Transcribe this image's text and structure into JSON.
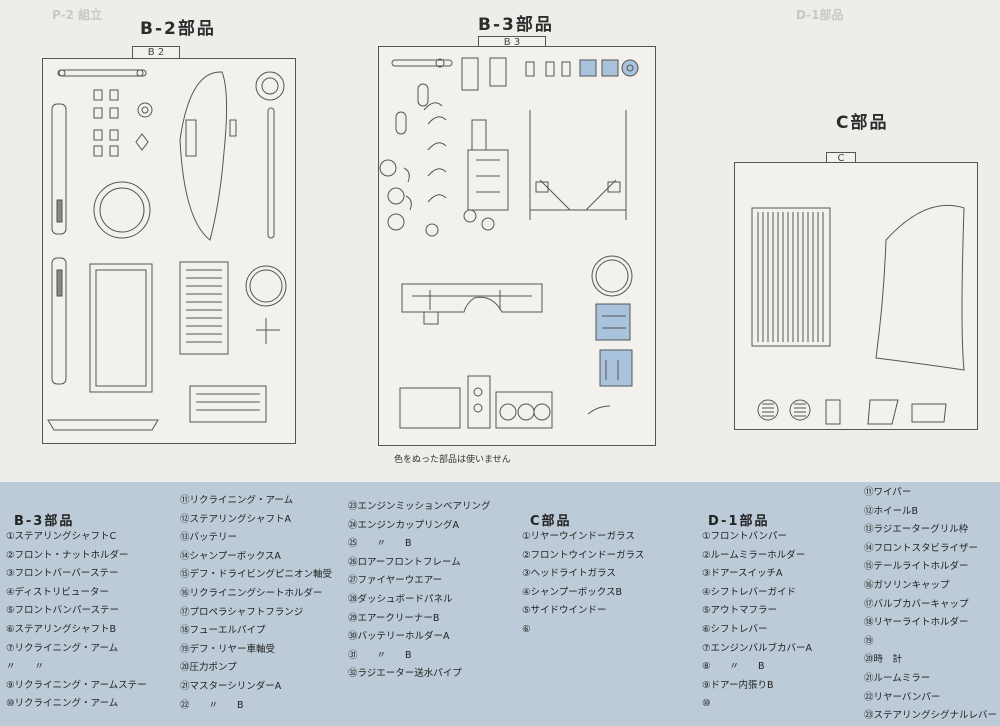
{
  "sheets": {
    "b2": {
      "title": "B-2部品",
      "tab": "B 2"
    },
    "b3": {
      "title": "B-3部品",
      "tab": "B 3",
      "note": "色をぬった部品は使いません"
    },
    "c": {
      "title": "C部品",
      "tab": "C"
    }
  },
  "ghost_labels": {
    "p2": "P-2 組立",
    "d1": "D-1部品"
  },
  "colors": {
    "blue_panel": "#bccbd7",
    "highlight_part": "#a9c3dc",
    "line": "#555555"
  },
  "legend": {
    "b3": {
      "title": "B-3部品",
      "col1": [
        "①ステアリングシャフトC",
        "②フロント・ナットホルダー",
        "③フロントバーバーステー",
        "④ディストリビューター",
        "⑤フロントバンパーステー",
        "⑥ステアリングシャフトB",
        "⑦リクライニング・アーム",
        "〃　　〃",
        "⑨リクライニング・アームステー",
        "⑩リクライニング・アーム"
      ],
      "col2": [
        "⑪リクライニング・アーム",
        "⑫ステアリングシャフトA",
        "⑬バッテリー",
        "⑭シャンプーボックスA",
        "⑮デフ・ドライビングピニオン軸受",
        "⑯リクライニングシートホルダー",
        "⑰プロペラシャフトフランジ",
        "⑱フューエルパイプ",
        "⑲デフ・リヤー車軸受",
        "⑳圧力ポンプ",
        "㉑マスターシリンダーA",
        "㉒　　〃　　B"
      ],
      "col3": [
        "㉓エンジンミッションベアリング",
        "㉔エンジンカップリングA",
        "㉕　　〃　　B",
        "㉖ロアーフロントフレーム",
        "㉗ファイヤーウエアー",
        "㉘ダッシュボードパネル",
        "㉙エアークリーナーB",
        "㉚バッテリーホルダーA",
        "㉛　　〃　　B",
        "㉜ラジエーター送水パイプ"
      ]
    },
    "c": {
      "title": "C部品",
      "items": [
        "①リヤーウインドーガラス",
        "②フロントウインドーガラス",
        "③ヘッドライトガラス",
        "④シャンプーボックスB",
        "⑤サイドウインドー",
        "⑥"
      ]
    },
    "d1": {
      "title": "D-1部品",
      "col1": [
        "①フロントバンパー",
        "②ルームミラーホルダー",
        "③ドアースイッチA",
        "④シフトレバーガイド",
        "⑤アウトマフラー",
        "⑥シフトレバー",
        "⑦エンジンバルブカバーA",
        "⑧　　〃　　B",
        "⑨ドアー内張りB",
        "⑩"
      ],
      "col2": [
        "⑪ワイパー",
        "⑫ホイールB",
        "⑬ラジエーターグリル枠",
        "⑭フロントスタビライザー",
        "⑮テールライトホルダー",
        "⑯ガソリンキャップ",
        "⑰バルブカバーキャップ",
        "⑱リヤーライトホルダー",
        "⑲",
        "⑳時　計",
        "㉑ルームミラー",
        "㉒リヤーバンパー",
        "㉓ステアリングシグナルレバー"
      ]
    }
  }
}
